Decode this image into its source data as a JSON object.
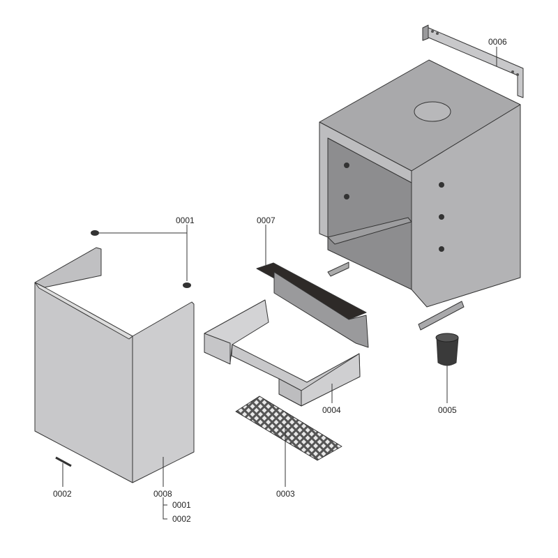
{
  "diagram": {
    "type": "exploded-parts-view",
    "colors": {
      "panel": "#c8c8ca",
      "panel_dark": "#9a9a9c",
      "panel_light": "#d6d6d8",
      "gasket": "#2e2a28",
      "outline": "#333333"
    },
    "callouts": [
      {
        "id": "label-0001-top",
        "text": "0001"
      },
      {
        "id": "label-0007",
        "text": "0007"
      },
      {
        "id": "label-0006",
        "text": "0006"
      },
      {
        "id": "label-0004",
        "text": "0004"
      },
      {
        "id": "label-0005",
        "text": "0005"
      },
      {
        "id": "label-0002",
        "text": "0002"
      },
      {
        "id": "label-0008",
        "text": "0008"
      },
      {
        "id": "label-0003",
        "text": "0003"
      },
      {
        "id": "label-0008-sub-0001",
        "text": "0001"
      },
      {
        "id": "label-0008-sub-0002",
        "text": "0002"
      }
    ]
  }
}
